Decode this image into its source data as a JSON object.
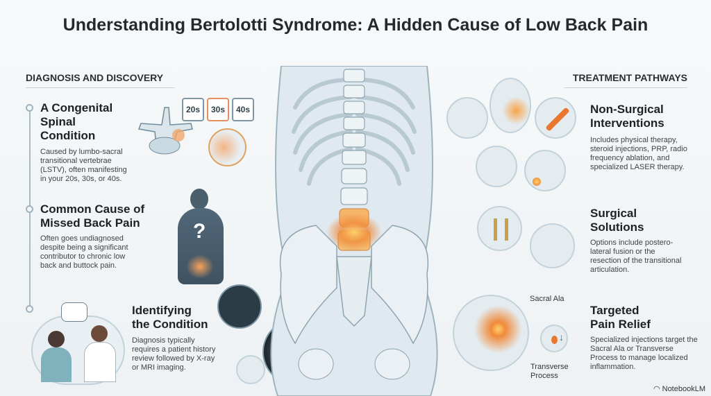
{
  "title": "Understanding Bertolotti Syndrome: A Hidden Cause of Low Back Pain",
  "left": {
    "header": "DIAGNOSIS AND DISCOVERY",
    "items": [
      {
        "heading_l1": "A Congenital",
        "heading_l2": "Spinal Condition",
        "body": "Caused by lumbo-sacral transitional vertebrae (LSTV), often manifesting in your 20s, 30s, or 40s."
      },
      {
        "heading_l1": "Common Cause of",
        "heading_l2": "Missed Back Pain",
        "body": "Often goes undiagnosed despite being a significant contributor to chronic low back and buttock pain."
      },
      {
        "heading_l1": "Identifying",
        "heading_l2": "the Condition",
        "body": "Diagnosis typically requires a patient history review followed by X-ray or MRI imaging."
      }
    ],
    "calendars": [
      "20s",
      "30s",
      "40s"
    ]
  },
  "right": {
    "header": "TREATMENT PATHWAYS",
    "items": [
      {
        "heading_l1": "Non-Surgical",
        "heading_l2": "Interventions",
        "body": "Includes physical therapy, steroid injections, PRP, radio frequency ablation, and specialized LASER therapy."
      },
      {
        "heading_l1": "Surgical Solutions",
        "heading_l2": "",
        "body": "Options include postero-lateral fusion or the resection of the transitional articulation."
      },
      {
        "heading_l1": "Targeted",
        "heading_l2": "Pain Relief",
        "body": "Specialized injections target the Sacral Ala or Transverse Process to manage localized inflammation."
      }
    ],
    "labels": {
      "sacral_ala": "Sacral Ala",
      "transverse_l1": "Transverse",
      "transverse_l2": "Process"
    }
  },
  "question_mark": "?",
  "brand": "NotebookLM",
  "colors": {
    "accent": "#e8782f",
    "line": "#9fb3be",
    "bone": "#dfe7ec"
  }
}
